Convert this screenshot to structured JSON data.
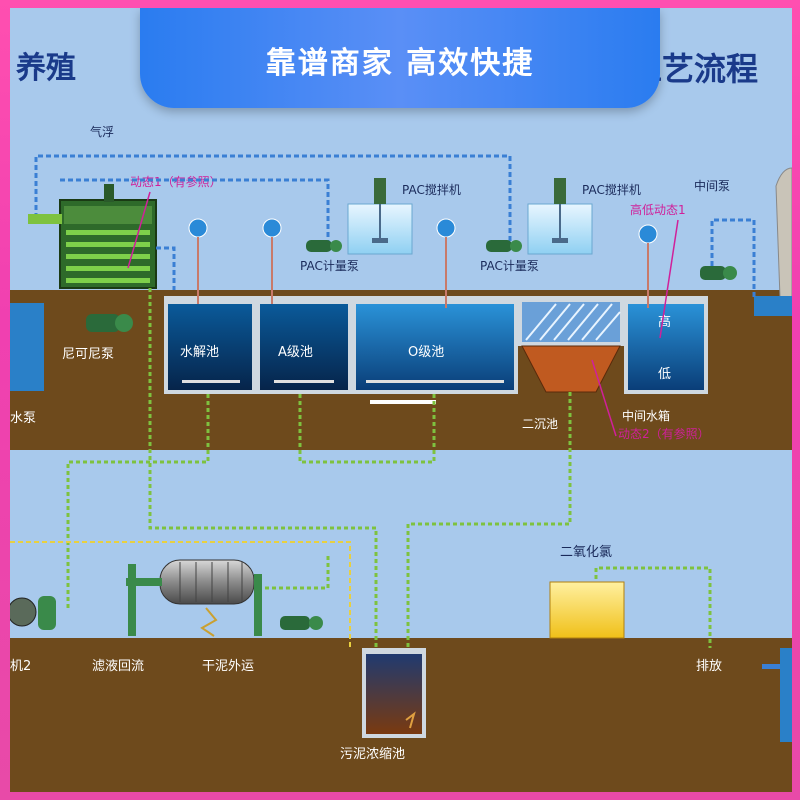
{
  "banner": {
    "text": "靠谱商家 高效快捷"
  },
  "title": {
    "left": "养殖",
    "right": "工艺流程"
  },
  "labels": {
    "qifu": "气浮",
    "dongtai1": "动态1（有参照）",
    "pac_mixer_1": "PAC搅拌机",
    "pac_mixer_2": "PAC搅拌机",
    "middle_pump": "中间泵",
    "gaodi_dongtai": "高低动态1",
    "pac_meter_1": "PAC计量泵",
    "pac_meter_2": "PAC计量泵",
    "nikeni_pump": "尼可尼泵",
    "shuijie": "水解池",
    "a_tank": "A级池",
    "o_tank": "O级池",
    "gao": "高",
    "di": "低",
    "shui_pump": "水泵",
    "erchen": "二沉池",
    "zhongjian_tank": "中间水箱",
    "dongtai2": "动态2（有参照）",
    "eryanghualv": "二氧化氯",
    "ji2": "机2",
    "lvye": "滤液回流",
    "ganni": "干泥外运",
    "paifang": "排放",
    "wuni": "污泥浓缩池"
  },
  "colors": {
    "sky": "#a8c9ec",
    "ground": "#6e4a1c",
    "water": "#1a73b8",
    "pipe_blue": "#3a7fd4",
    "pipe_green": "#7ec23f",
    "dongtai_text": "#d0209a",
    "banner": "#2a7cf0"
  }
}
